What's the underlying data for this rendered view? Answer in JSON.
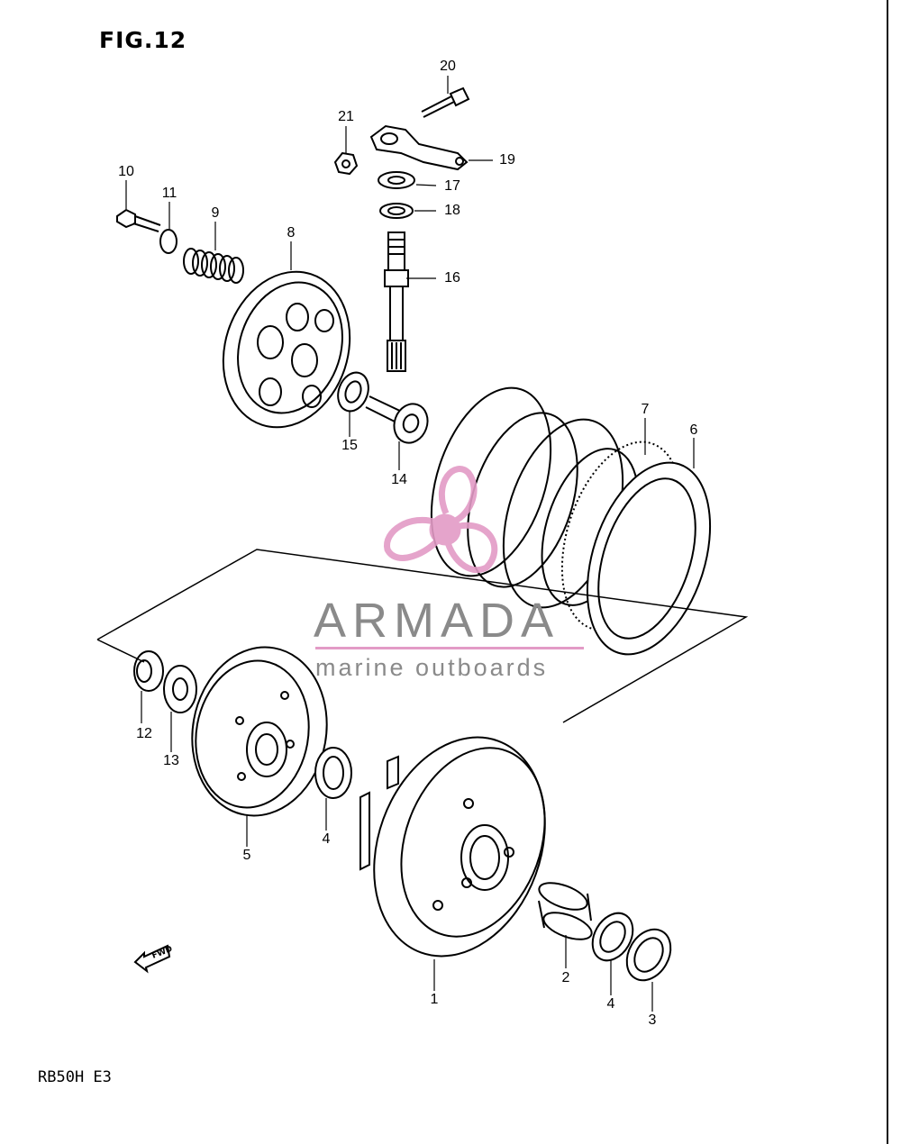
{
  "figure": {
    "title": "FIG.12",
    "model_code": "RB50H E3",
    "fwd_label": "FWD"
  },
  "watermark": {
    "brand": "ARMADA",
    "tagline": "marine outboards",
    "logo_color": "#e39bc6",
    "text_color": "#8a8a8a"
  },
  "callouts": [
    {
      "id": "c20",
      "label": "20",
      "part": "bolt"
    },
    {
      "id": "c21",
      "label": "21",
      "part": "nut"
    },
    {
      "id": "c19",
      "label": "19",
      "part": "release-arm"
    },
    {
      "id": "c17",
      "label": "17",
      "part": "oil-seal"
    },
    {
      "id": "c18",
      "label": "18",
      "part": "washer"
    },
    {
      "id": "c16",
      "label": "16",
      "part": "release-shaft"
    },
    {
      "id": "c10",
      "label": "10",
      "part": "bolt"
    },
    {
      "id": "c11",
      "label": "11",
      "part": "washer"
    },
    {
      "id": "c9",
      "label": "9",
      "part": "spring"
    },
    {
      "id": "c8",
      "label": "8",
      "part": "pressure-plate"
    },
    {
      "id": "c15",
      "label": "15",
      "part": "bearing"
    },
    {
      "id": "c14",
      "label": "14",
      "part": "push-rod"
    },
    {
      "id": "c7",
      "label": "7",
      "part": "drive-plate"
    },
    {
      "id": "c6",
      "label": "6",
      "part": "driven-plate"
    },
    {
      "id": "c12",
      "label": "12",
      "part": "nut"
    },
    {
      "id": "c13",
      "label": "13",
      "part": "lock-washer"
    },
    {
      "id": "c5",
      "label": "5",
      "part": "clutch-sleeve-hub"
    },
    {
      "id": "c4a",
      "label": "4",
      "part": "washer"
    },
    {
      "id": "c1",
      "label": "1",
      "part": "primary-driven-gear"
    },
    {
      "id": "c2",
      "label": "2",
      "part": "spacer"
    },
    {
      "id": "c4b",
      "label": "4",
      "part": "washer"
    },
    {
      "id": "c3",
      "label": "3",
      "part": "bearing"
    }
  ]
}
